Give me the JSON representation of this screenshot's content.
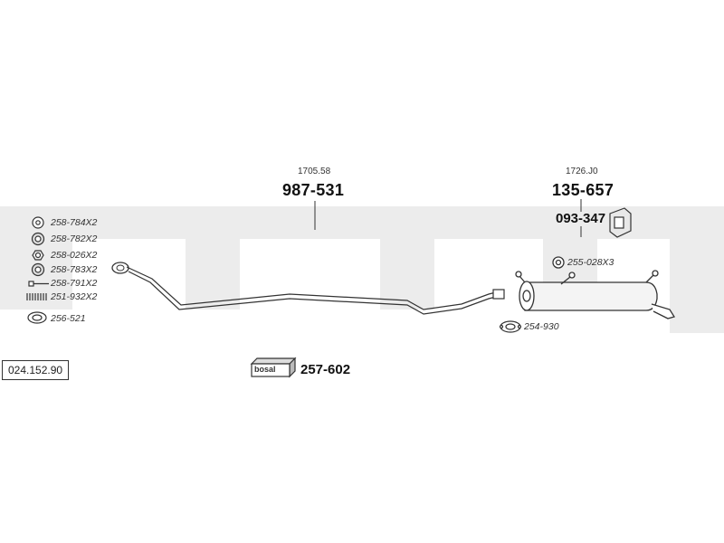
{
  "watermark": "bosal",
  "catalog_number": "024.152.90",
  "sections": {
    "pipe": {
      "reference": "1705.58",
      "part_number": "987-531"
    },
    "muffler": {
      "reference": "1726.J0",
      "part_number": "135-657",
      "mount_part_number": "093-347"
    }
  },
  "kit_parts": [
    {
      "code": "258-784X2",
      "icon": "washer-icon"
    },
    {
      "code": "258-782X2",
      "icon": "gasket-icon"
    },
    {
      "code": "258-026X2",
      "icon": "hex-nut-icon"
    },
    {
      "code": "258-783X2",
      "icon": "ring-icon"
    },
    {
      "code": "258-791X2",
      "icon": "bolt-icon"
    },
    {
      "code": "251-932X2",
      "icon": "spring-icon"
    },
    {
      "code": "256-521",
      "icon": "seal-ring-icon"
    }
  ],
  "hardware": {
    "clamp_part": "255-028X3",
    "flange_gasket_part": "254-930"
  },
  "assembly_kit": {
    "label": "bosal",
    "part_number": "257-602"
  }
}
